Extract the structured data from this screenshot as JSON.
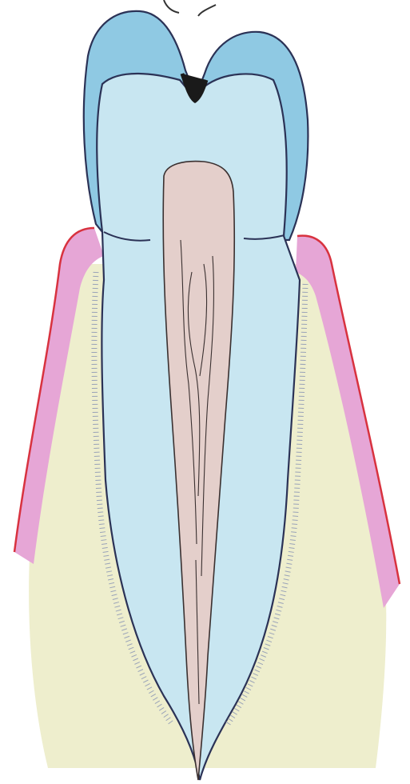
{
  "diagram": {
    "subject": "tooth-cross-section",
    "labels": [],
    "colors": {
      "background": "#ffffff",
      "bone": "#eeeecd",
      "gum": "#e6a6d6",
      "gum_edge": "#d8323f",
      "enamel": "#8fc9e3",
      "dentin": "#c8e6f1",
      "pulp": "#e4cfcb",
      "outline": "#2b3256",
      "ligament": "#9aa3b8"
    },
    "parts": [
      "bone",
      "gum-left",
      "gum-right",
      "enamel",
      "dentin",
      "pulp",
      "root-canal",
      "periodontal-ligament",
      "fissure"
    ]
  }
}
